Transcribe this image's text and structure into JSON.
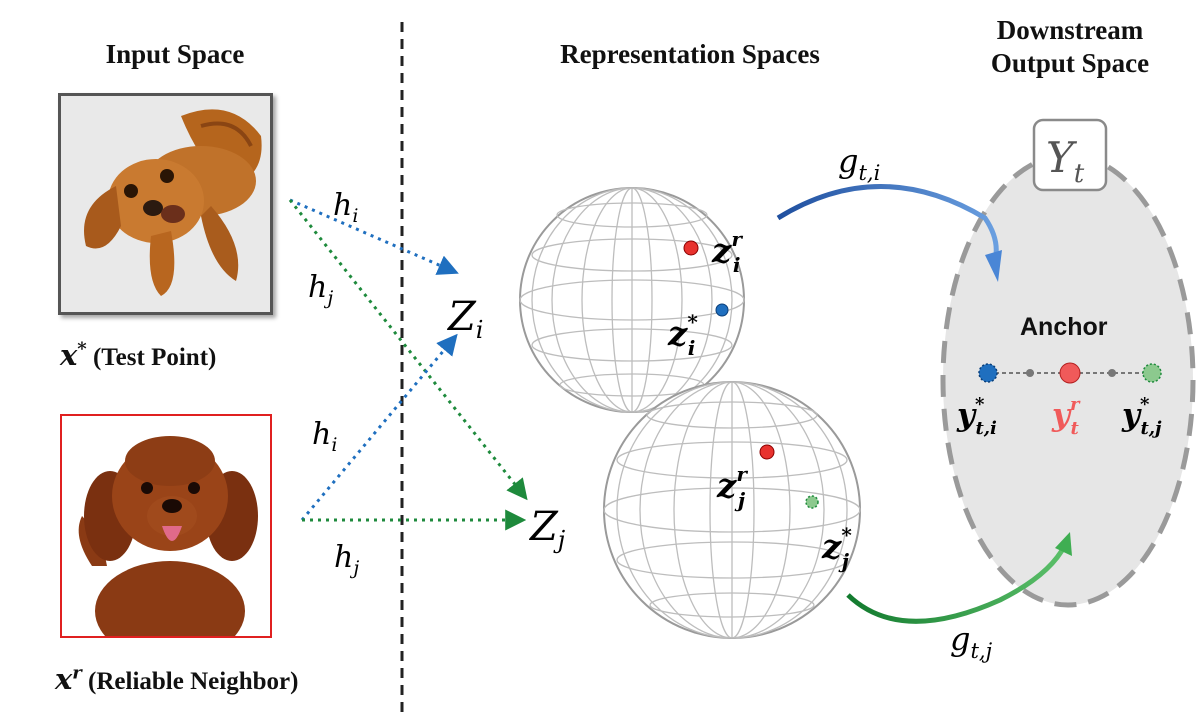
{
  "headers": {
    "input_space": "Input Space",
    "representation_spaces": "Representation Spaces",
    "downstream_line1": "Downstream",
    "downstream_line2": "Output Space"
  },
  "inputs": {
    "test_point": {
      "symbol": "x",
      "sup": "*",
      "label": "(Test Point)"
    },
    "reliable_neighbor": {
      "symbol": "x",
      "sup": "r",
      "label": "(Reliable Neighbor)"
    }
  },
  "maps": {
    "h_i": {
      "base": "h",
      "sub": "i"
    },
    "h_j": {
      "base": "h",
      "sub": "j"
    },
    "g_ti": {
      "base": "g",
      "sub": "t,i"
    },
    "g_tj": {
      "base": "g",
      "sub": "t,j"
    }
  },
  "spaces": {
    "Z_i": {
      "base": "Z",
      "sub": "i"
    },
    "Z_j": {
      "base": "Z",
      "sub": "j"
    }
  },
  "points": {
    "z_i_r": {
      "base": "z",
      "sub": "i",
      "sup": "r"
    },
    "z_i_star": {
      "base": "z",
      "sub": "i",
      "sup": "*"
    },
    "z_j_r": {
      "base": "z",
      "sub": "j",
      "sup": "r"
    },
    "z_j_star": {
      "base": "z",
      "sub": "j",
      "sup": "*"
    }
  },
  "output": {
    "space": {
      "base": "Y",
      "sub": "t"
    },
    "anchor_label": "Anchor",
    "y_ti": {
      "base": "y",
      "sub": "t,i",
      "sup": "*"
    },
    "y_t_r": {
      "base": "y",
      "sub": "t",
      "sup": "r"
    },
    "y_tj": {
      "base": "y",
      "sub": "t,j",
      "sup": "*"
    }
  },
  "colors": {
    "blue": "#1f6fbf",
    "green": "#1e8a3c",
    "red": "#e8322e",
    "anchor_red": "#f05a5a",
    "ellipse_fill": "#e6e6e6",
    "ellipse_stroke": "#9a9a9a",
    "test_frame": "#555555",
    "neighbor_frame": "#e02020"
  },
  "icons": {
    "test_photo": "puppy-photo",
    "neighbor_photo": "doodle-dog-photo"
  }
}
